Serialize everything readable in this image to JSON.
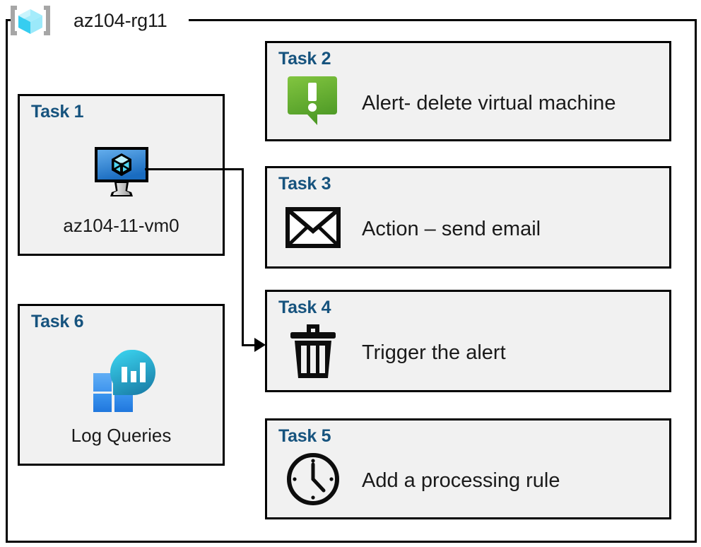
{
  "resource_group": {
    "name": "az104-rg11",
    "icon": "resource-group-cube-icon"
  },
  "colors": {
    "task_title": "#16537e",
    "card_fill": "#f1f1f1",
    "card_border": "#000000",
    "frame_border": "#000000",
    "alert_green_light": "#7cc043",
    "alert_green_dark": "#4f9a27",
    "vm_blue_light": "#5aa9ea",
    "vm_blue_dark": "#1b6ec2",
    "log_cyan": "#32c8e6",
    "log_teal": "#1e8cb5",
    "log_blue_light": "#4f9ff0",
    "log_blue_dark": "#2281e0",
    "rg_cube_cyan": "#8ae8fb",
    "rg_bracket_gray": "#a6a6a6"
  },
  "cards": {
    "task1": {
      "title": "Task 1",
      "caption": "az104-11-vm0",
      "icon": "virtual-machine-icon"
    },
    "task2": {
      "title": "Task 2",
      "label": "Alert- delete virtual machine",
      "icon": "alert-speech-bubble-icon"
    },
    "task3": {
      "title": "Task 3",
      "label": "Action – send email",
      "icon": "envelope-icon"
    },
    "task4": {
      "title": "Task 4",
      "label": "Trigger the alert",
      "icon": "trash-can-icon"
    },
    "task5": {
      "title": "Task 5",
      "label": "Add a processing rule",
      "icon": "clock-icon"
    },
    "task6": {
      "title": "Task 6",
      "caption": "Log Queries",
      "icon": "log-analytics-icon"
    }
  },
  "connector": {
    "from": "task1-virtual-machine-icon",
    "to": "task4-card",
    "arrow": "arrow-right"
  }
}
